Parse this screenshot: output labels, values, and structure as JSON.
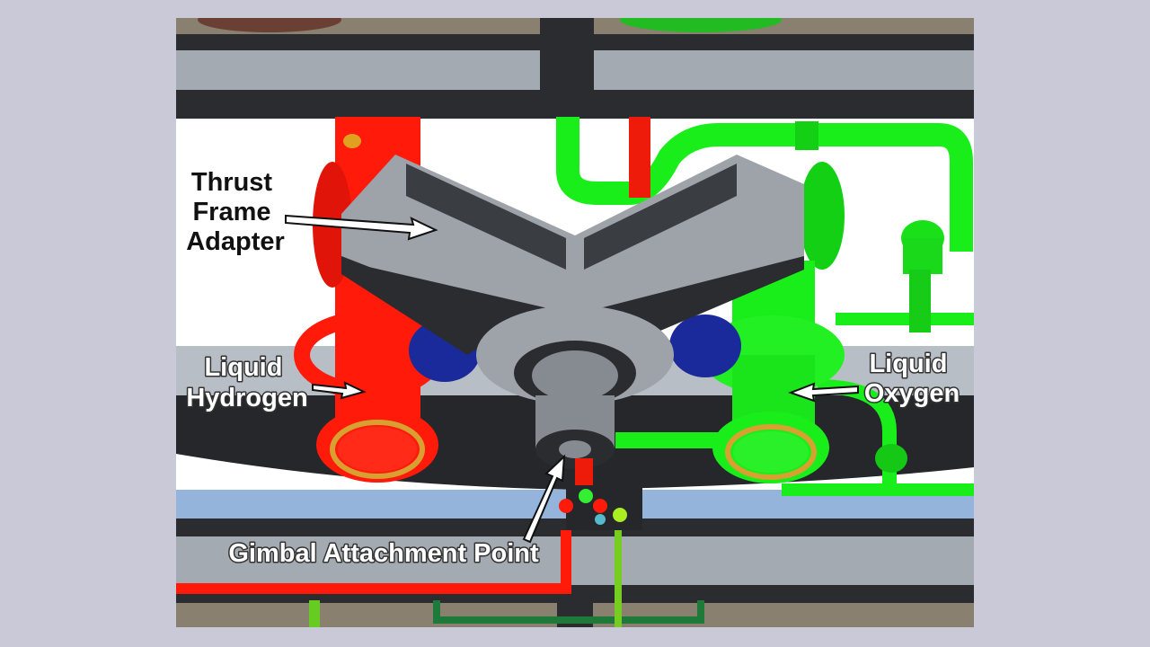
{
  "diagram": {
    "labels": {
      "thrust_frame": [
        "Thrust",
        "Frame",
        "Adapter"
      ],
      "liquid_hydrogen": [
        "Liquid",
        "Hydrogen"
      ],
      "liquid_oxygen": [
        "Liquid",
        "Oxygen"
      ],
      "gimbal": "Gimbal Attachment Point"
    },
    "colors": {
      "background": "#c9c9d8",
      "hydrogen_pipe": "#ff1a0a",
      "oxygen_pipe": "#1aee1a",
      "frame": "#9ea3aa",
      "dark_structure": "#25272b"
    }
  }
}
